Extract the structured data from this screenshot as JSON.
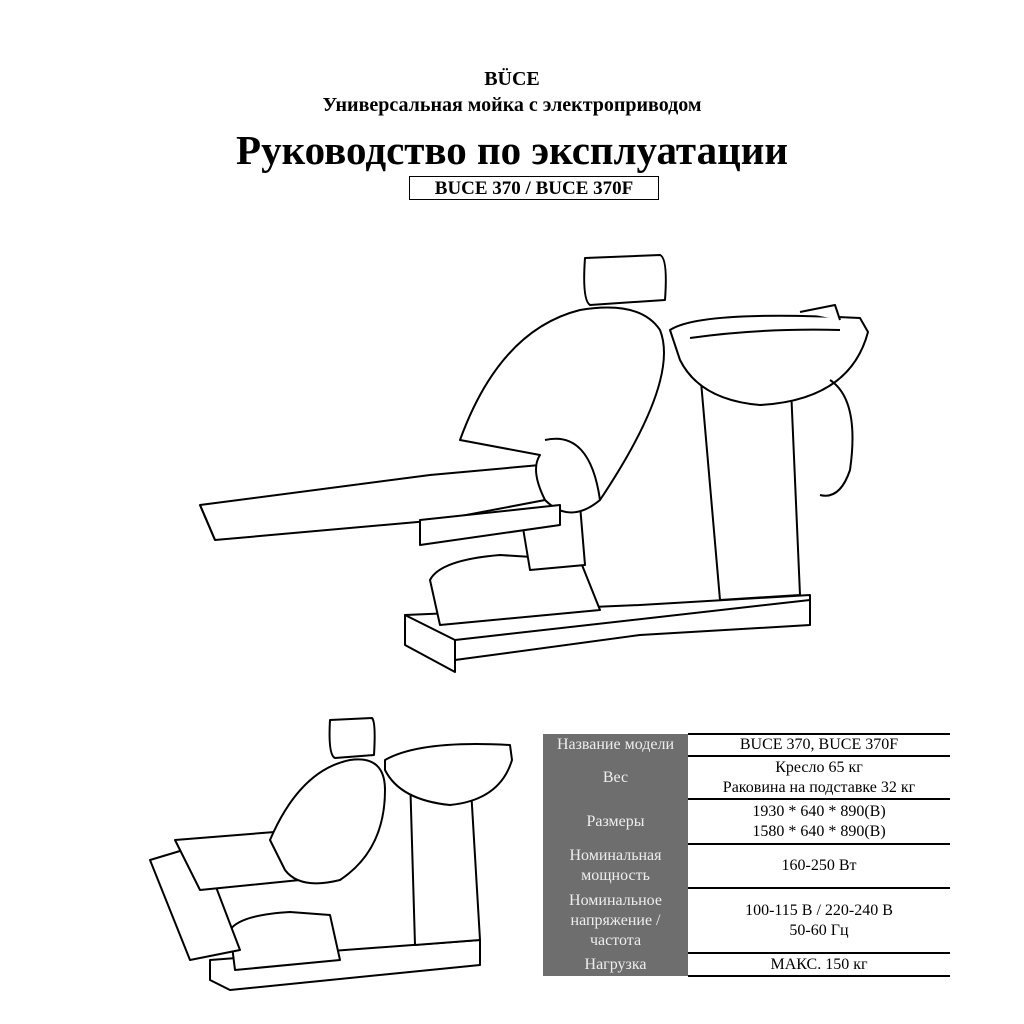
{
  "header": {
    "brand": "BÜCE",
    "subtitle": "Универсальная мойка с электроприводом",
    "title": "Руководство по эксплуатации",
    "model": "BUCE 370 / BUCE 370F"
  },
  "specs": [
    {
      "label": [
        "Название модели"
      ],
      "value": [
        "BUCE 370, BUCE 370F"
      ]
    },
    {
      "label": [
        "Вес"
      ],
      "value": [
        "Кресло 65 кг",
        "Раковина на подставке 32 кг"
      ]
    },
    {
      "label": [
        "Размеры"
      ],
      "value": [
        "1930 * 640 * 890(В)",
        "1580 * 640 * 890(В)"
      ]
    },
    {
      "label": [
        "Номинальная",
        "мощность"
      ],
      "value": [
        "160-250 Вт"
      ]
    },
    {
      "label": [
        "Номинальное",
        "напряжение /",
        "частота"
      ],
      "value": [
        "100-115 В / 220-240 В",
        "50-60 Гц"
      ]
    },
    {
      "label": [
        "Нагрузка"
      ],
      "value": [
        "МАКС. 150 кг"
      ]
    }
  ]
}
